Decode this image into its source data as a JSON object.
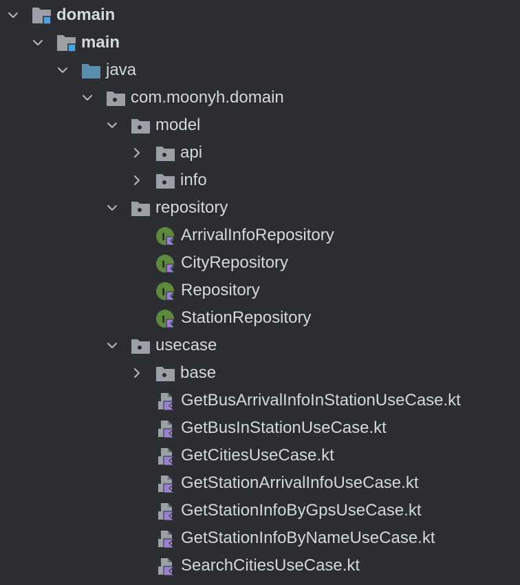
{
  "tree": {
    "nodes": [
      {
        "label": "domain",
        "icon": "module-folder-icon",
        "expanded": true
      },
      {
        "label": "main",
        "icon": "module-folder-icon",
        "expanded": true
      },
      {
        "label": "java",
        "icon": "source-folder-icon",
        "expanded": true
      },
      {
        "label": "com.moonyh.domain",
        "icon": "package-folder-icon",
        "expanded": true
      },
      {
        "label": "model",
        "icon": "package-folder-icon",
        "expanded": true
      },
      {
        "label": "api",
        "icon": "package-folder-icon",
        "expanded": false
      },
      {
        "label": "info",
        "icon": "package-folder-icon",
        "expanded": false
      },
      {
        "label": "repository",
        "icon": "package-folder-icon",
        "expanded": true
      },
      {
        "label": "ArrivalInfoRepository",
        "icon": "kotlin-interface-icon"
      },
      {
        "label": "CityRepository",
        "icon": "kotlin-interface-icon"
      },
      {
        "label": "Repository",
        "icon": "kotlin-interface-icon"
      },
      {
        "label": "StationRepository",
        "icon": "kotlin-interface-icon"
      },
      {
        "label": "usecase",
        "icon": "package-folder-icon",
        "expanded": true
      },
      {
        "label": "base",
        "icon": "package-folder-icon",
        "expanded": false
      },
      {
        "label": "GetBusArrivalInfoInStationUseCase.kt",
        "icon": "kotlin-file-icon"
      },
      {
        "label": "GetBusInStationUseCase.kt",
        "icon": "kotlin-file-icon"
      },
      {
        "label": "GetCitiesUseCase.kt",
        "icon": "kotlin-file-icon"
      },
      {
        "label": "GetStationArrivalInfoUseCase.kt",
        "icon": "kotlin-file-icon"
      },
      {
        "label": "GetStationInfoByGpsUseCase.kt",
        "icon": "kotlin-file-icon"
      },
      {
        "label": "GetStationInfoByNameUseCase.kt",
        "icon": "kotlin-file-icon"
      },
      {
        "label": "SearchCitiesUseCase.kt",
        "icon": "kotlin-file-icon"
      }
    ]
  },
  "colors": {
    "background": "#2b2d30",
    "text": "#d4d7db",
    "folder": "#9aa0a6",
    "source_folder": "#5a8fb0",
    "module_marker": "#4aa3df",
    "interface_green": "#5d8a3c",
    "kotlin_purple": "#9b7fd6"
  }
}
